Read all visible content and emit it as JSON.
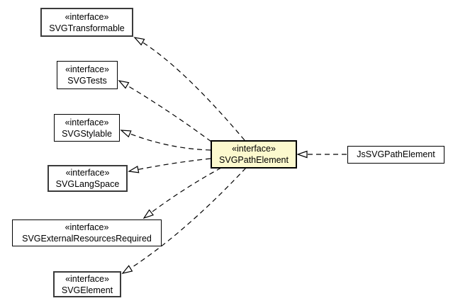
{
  "colors": {
    "background": "#ffffff",
    "node_fill": "#ffffff",
    "highlight_fill": "#fcf9ce",
    "border": "#000000",
    "edge": "#000000"
  },
  "nodes": [
    {
      "id": "svg-transformable",
      "stereotype": "«interface»",
      "name": "SVGTransformable"
    },
    {
      "id": "svg-tests",
      "stereotype": "«interface»",
      "name": "SVGTests"
    },
    {
      "id": "svg-stylable",
      "stereotype": "«interface»",
      "name": "SVGStylable"
    },
    {
      "id": "svg-lang-space",
      "stereotype": "«interface»",
      "name": "SVGLangSpace"
    },
    {
      "id": "svg-external-resources-required",
      "stereotype": "«interface»",
      "name": "SVGExternalResourcesRequired"
    },
    {
      "id": "svg-element",
      "stereotype": "«interface»",
      "name": "SVGElement"
    },
    {
      "id": "svg-path-element",
      "stereotype": "«interface»",
      "name": "SVGPathElement",
      "highlighted": true
    },
    {
      "id": "js-svg-path-element",
      "name": "JsSVGPathElement"
    }
  ],
  "edges": [
    {
      "from": "SVGPathElement",
      "to": "SVGTransformable",
      "type": "dashed-realization"
    },
    {
      "from": "SVGPathElement",
      "to": "SVGTests",
      "type": "dashed-realization"
    },
    {
      "from": "SVGPathElement",
      "to": "SVGStylable",
      "type": "dashed-realization"
    },
    {
      "from": "SVGPathElement",
      "to": "SVGLangSpace",
      "type": "dashed-realization"
    },
    {
      "from": "SVGPathElement",
      "to": "SVGExternalResourcesRequired",
      "type": "dashed-realization"
    },
    {
      "from": "SVGPathElement",
      "to": "SVGElement",
      "type": "dashed-realization"
    },
    {
      "from": "JsSVGPathElement",
      "to": "SVGPathElement",
      "type": "dashed-realization"
    }
  ]
}
